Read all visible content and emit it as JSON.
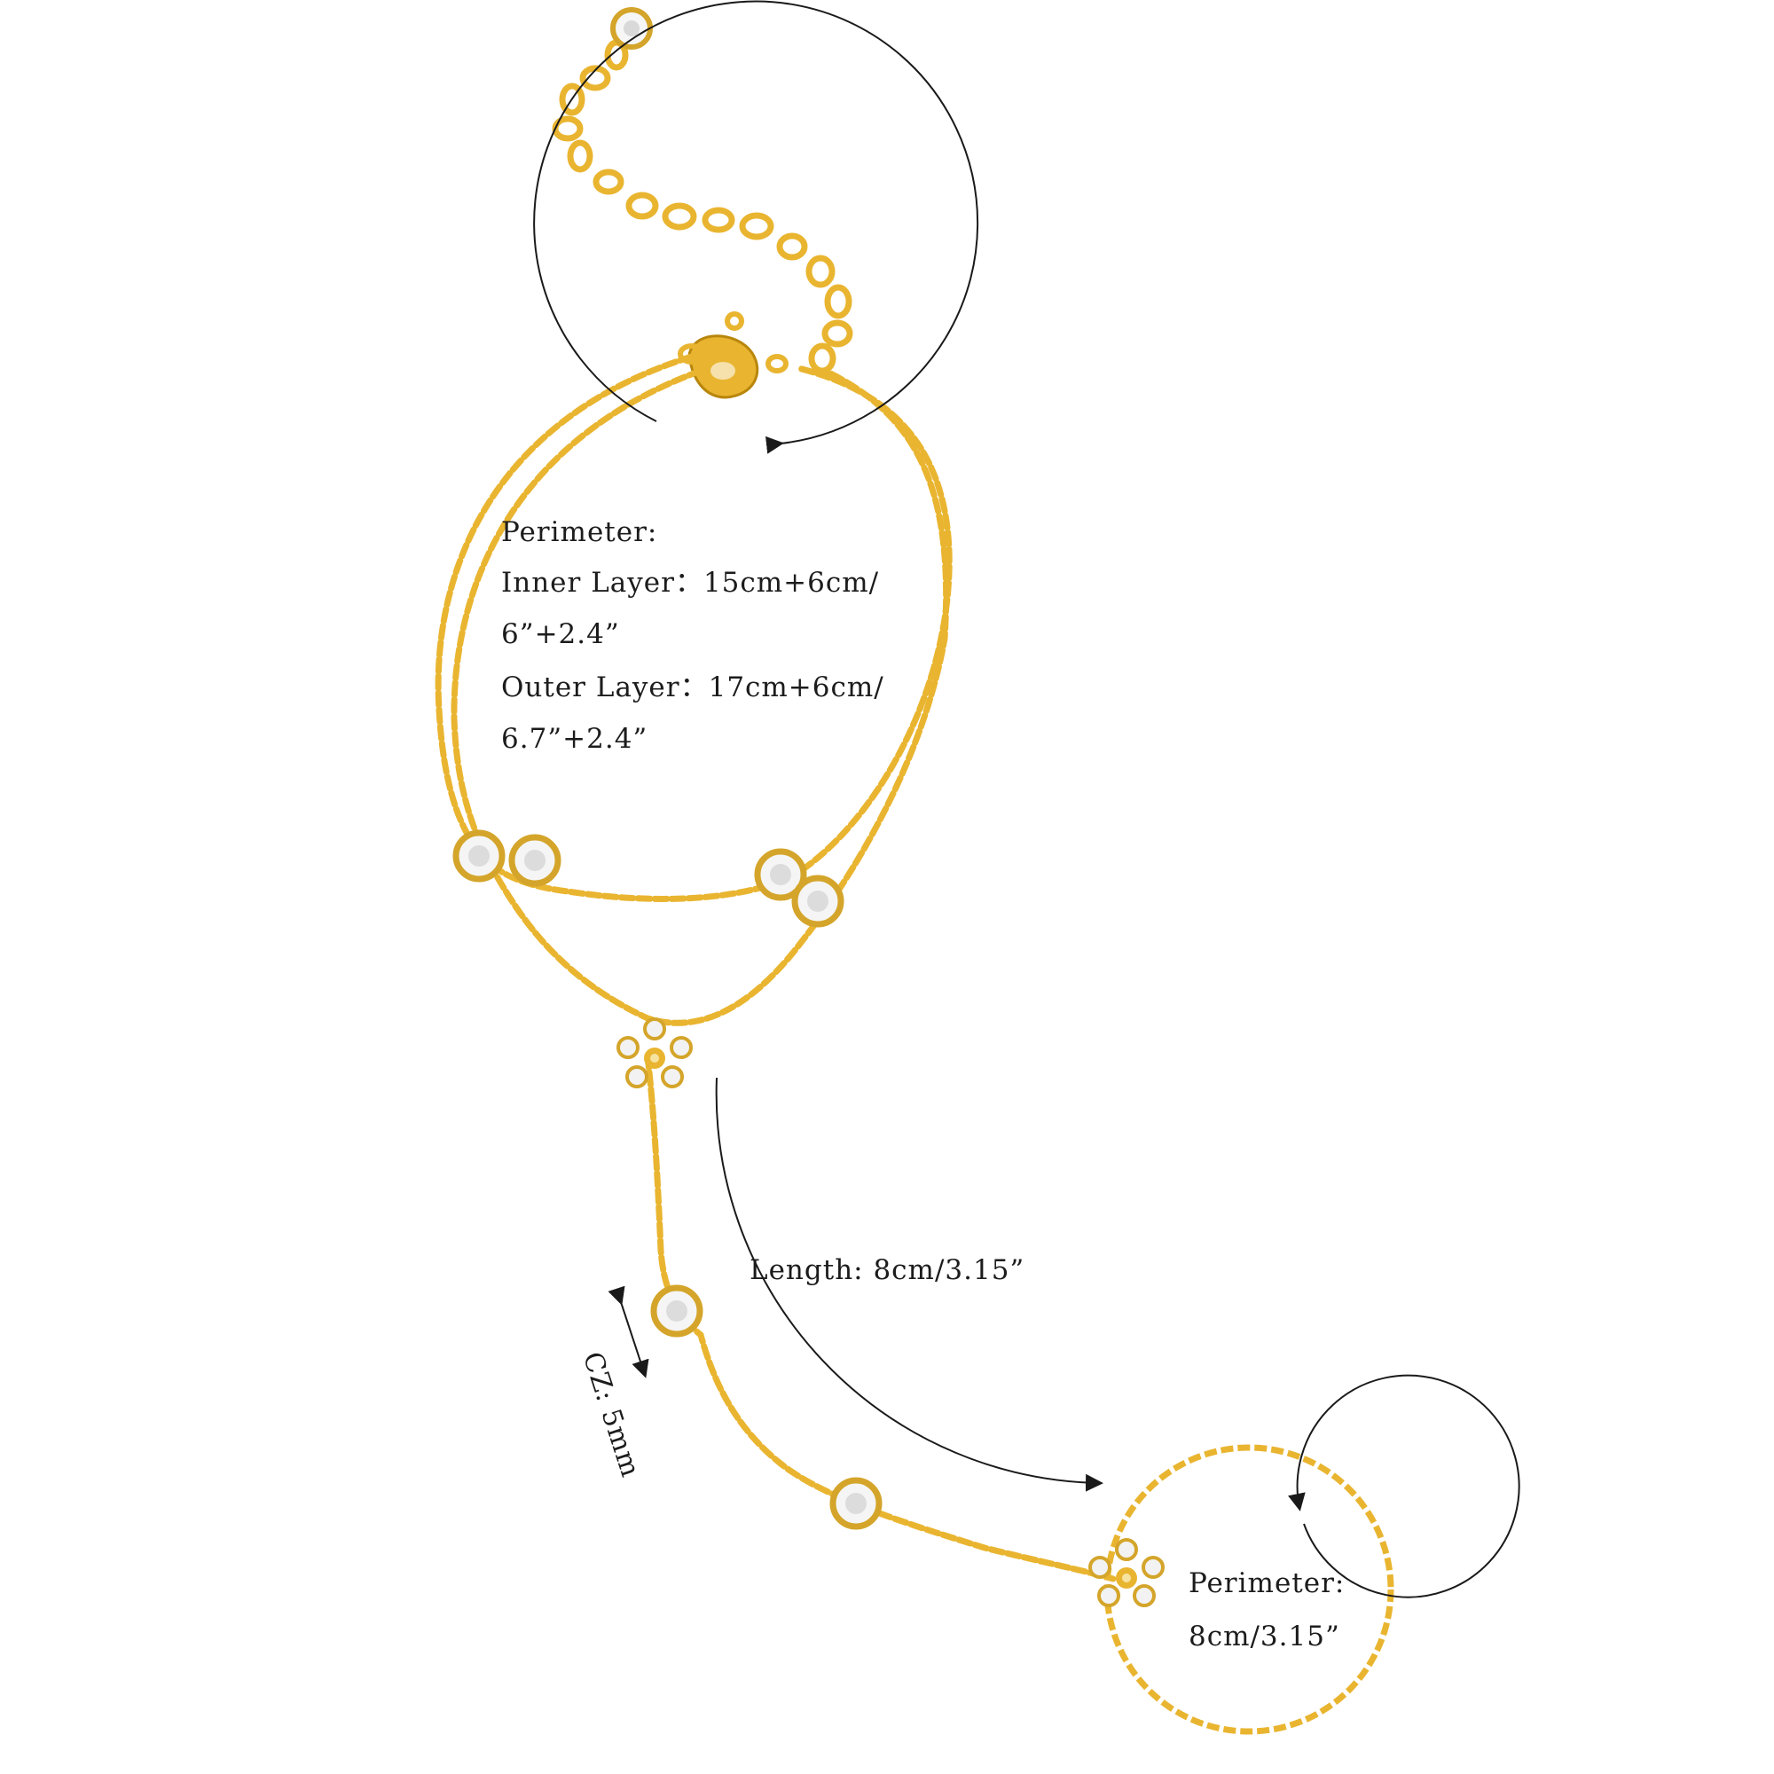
{
  "colors": {
    "gold": "#e9b530",
    "gold_dark": "#b8860b",
    "ink": "#1a1a1a",
    "stone": "#f3f3f3"
  },
  "wrist": {
    "heading": "Perimeter:",
    "inner_a": "Inner Layer：15cm+6cm/",
    "inner_b": "6”+2.4”",
    "outer_a": "Outer Layer：17cm+6cm/",
    "outer_b": "6.7”+2.4”"
  },
  "length_text": "Length: 8cm/3.15”",
  "cz_text": "CZ: 5mm",
  "ring": {
    "heading": "Perimeter:",
    "value": "8cm/3.15”"
  }
}
